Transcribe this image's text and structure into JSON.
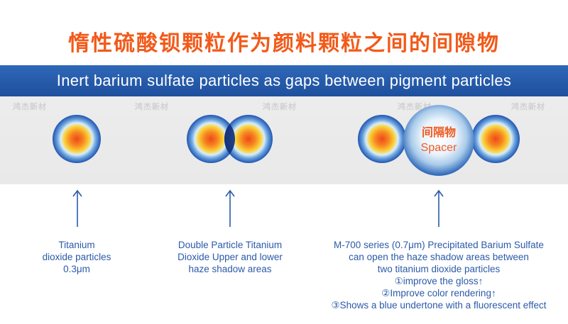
{
  "title_cn": "惰性硫酸钡颗粒作为颜料颗粒之间的间隙物",
  "title_en": "Inert barium sulfate particles as gaps between pigment particles",
  "watermark": "鸿杰新材",
  "spacer_label": {
    "cn": "间隔物",
    "en": "Spacer"
  },
  "captions": {
    "single": {
      "lines": [
        "Titanium",
        "dioxide particles",
        "0.3μm"
      ]
    },
    "double": {
      "lines": [
        "Double Particle Titanium",
        "Dioxide Upper and lower",
        "haze shadow areas"
      ]
    },
    "spacer": {
      "lines": [
        "M-700 series (0.7μm) Precipitated Barium Sulfate",
        "can open the haze shadow areas between",
        "two titanium dioxide particles",
        "①improve the gloss↑",
        "②Improve color rendering↑",
        "③Shows a blue undertone with a fluorescent effect"
      ]
    }
  },
  "colors": {
    "title": "#f25a1a",
    "band": "#1e4f9d",
    "caption": "#2b5aa8",
    "particle_edge": "#1f55b0",
    "particle_core": "#f7a12a",
    "spacer_text": "#f05a22"
  }
}
